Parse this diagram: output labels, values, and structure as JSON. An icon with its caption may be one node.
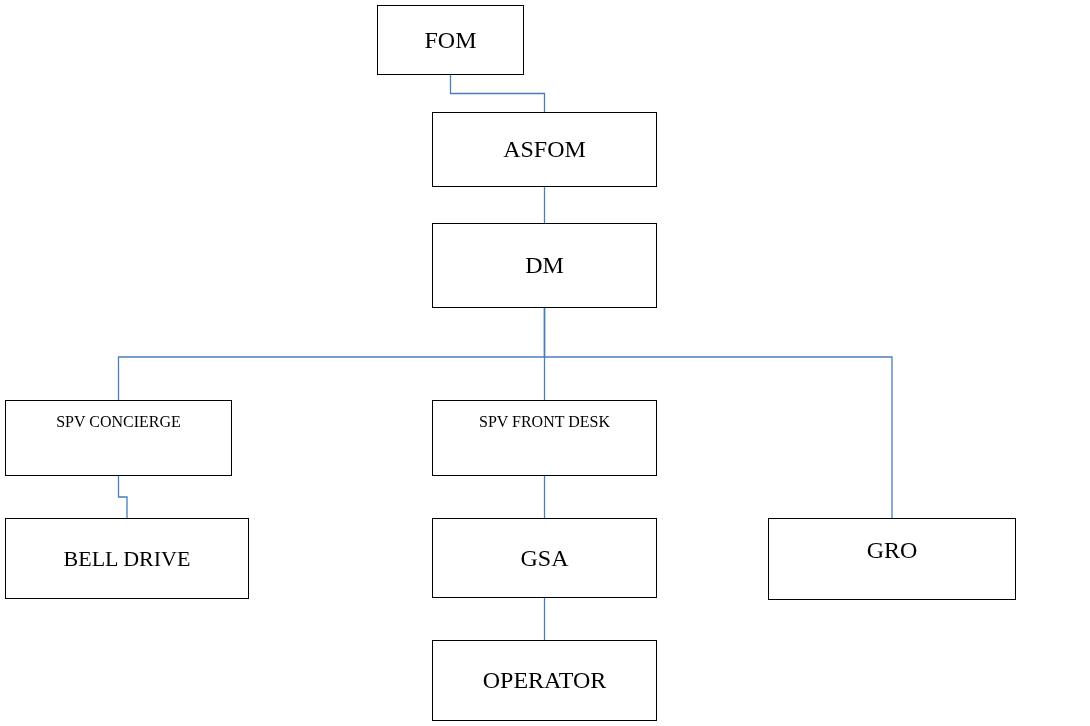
{
  "diagram": {
    "nodes": [
      {
        "text": [
          "FOM"
        ]
      },
      {
        "text": [
          "ASFOM"
        ]
      },
      {
        "text": [
          "DM"
        ]
      },
      {
        "text": [
          "SPV CONCIERGE"
        ]
      },
      {
        "text": [
          "SPV FRONT DESK"
        ]
      },
      {
        "text": [
          "BELL DRIVE"
        ]
      },
      {
        "text": [
          "GSA"
        ]
      },
      {
        "text": [
          "GRO"
        ]
      },
      {
        "text": [
          "OPERATOR"
        ]
      }
    ],
    "edges": [
      {
        "from": 0,
        "to": 1,
        "arrow": "none"
      },
      {
        "from": 1,
        "to": 2,
        "arrow": "none"
      },
      {
        "from": 2,
        "to": 3,
        "arrow": "none"
      },
      {
        "from": 2,
        "to": 4,
        "arrow": "none"
      },
      {
        "from": 2,
        "to": 7,
        "arrow": "none"
      },
      {
        "from": 3,
        "to": 5,
        "arrow": "none"
      },
      {
        "from": 4,
        "to": 6,
        "arrow": "none"
      },
      {
        "from": 6,
        "to": 8,
        "arrow": "none"
      }
    ]
  }
}
